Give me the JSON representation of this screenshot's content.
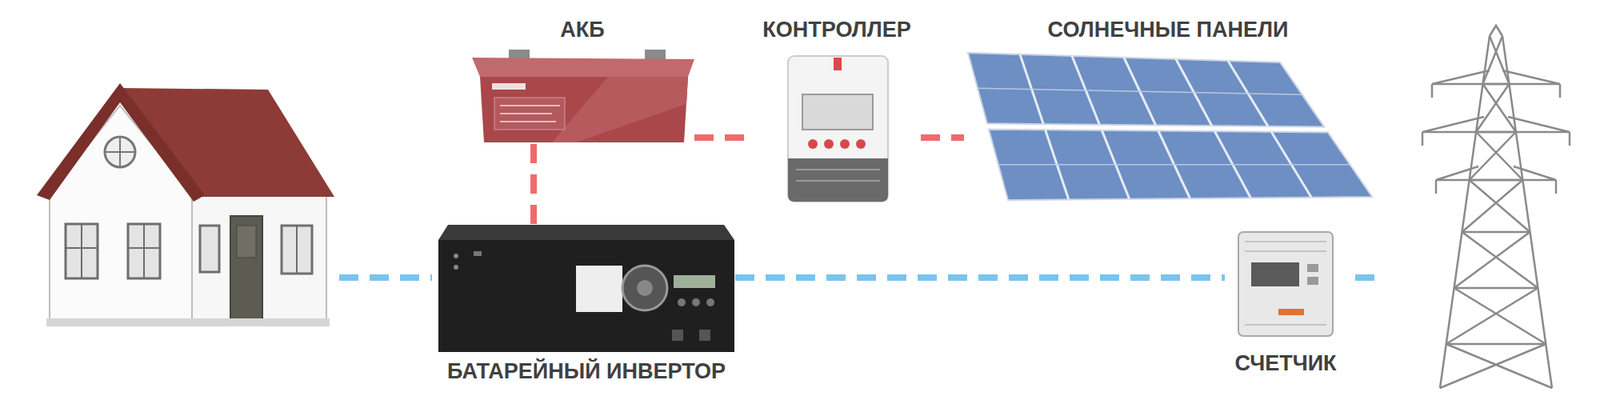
{
  "diagram": {
    "nodes": [
      {
        "text": [
          "АКБ"
        ]
      },
      {
        "text": [
          "КОНТРОЛЛЕР"
        ]
      },
      {
        "text": [
          "СОЛНЕЧНЫЕ ПАНЕЛИ"
        ]
      },
      {
        "text": [
          "БАТАРЕЙНЫЙ ИНВЕРТОР"
        ]
      },
      {
        "text": [
          "СЧЕТЧИК"
        ]
      }
    ],
    "edges": [
      {
        "from": 0,
        "to": 1,
        "arrow": "none"
      },
      {
        "from": 1,
        "to": 2,
        "arrow": "none"
      },
      {
        "from": 0,
        "to": 3,
        "arrow": "none"
      },
      {
        "from": 3,
        "to": 4,
        "arrow": "none"
      }
    ]
  }
}
